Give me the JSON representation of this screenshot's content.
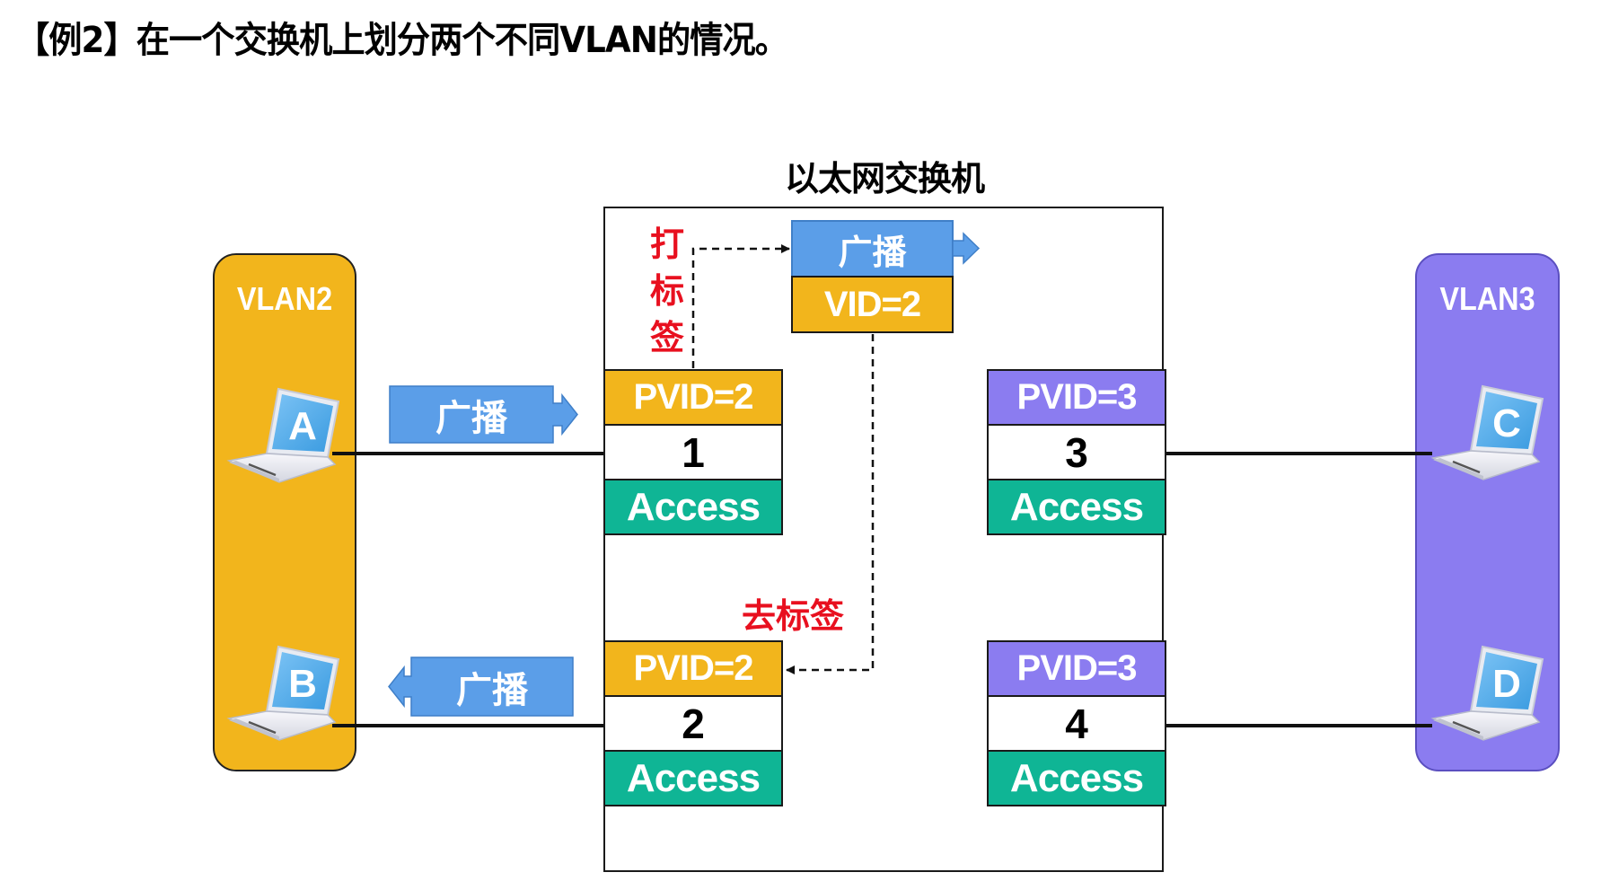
{
  "page": {
    "title": "【例2】在一个交换机上划分两个不同VLAN的情况。"
  },
  "switch": {
    "title": "以太网交换机",
    "ports": [
      {
        "pvid": "PVID=2",
        "number": "1",
        "mode": "Access",
        "vlan": "VLAN2"
      },
      {
        "pvid": "PVID=2",
        "number": "2",
        "mode": "Access",
        "vlan": "VLAN2"
      },
      {
        "pvid": "PVID=3",
        "number": "3",
        "mode": "Access",
        "vlan": "VLAN3"
      },
      {
        "pvid": "PVID=3",
        "number": "4",
        "mode": "Access",
        "vlan": "VLAN3"
      }
    ],
    "tagged_frame": {
      "payload": "广播",
      "vid": "VID=2"
    },
    "tag_action": "打标签",
    "untag_action": "去标签"
  },
  "vlans": [
    {
      "label": "VLAN2",
      "color": "#f2b51c",
      "hosts": [
        "A",
        "B"
      ]
    },
    {
      "label": "VLAN3",
      "color": "#8b7cf0",
      "hosts": [
        "C",
        "D"
      ]
    }
  ],
  "frames": {
    "incoming_from_A": "广播",
    "outgoing_to_B": "广播"
  },
  "colors": {
    "vlan2": "#f2b51c",
    "vlan3": "#8b7cf0",
    "access": "#0fb595",
    "broadcast": "#5b9ee8",
    "annotation_red": "#e8101f"
  }
}
